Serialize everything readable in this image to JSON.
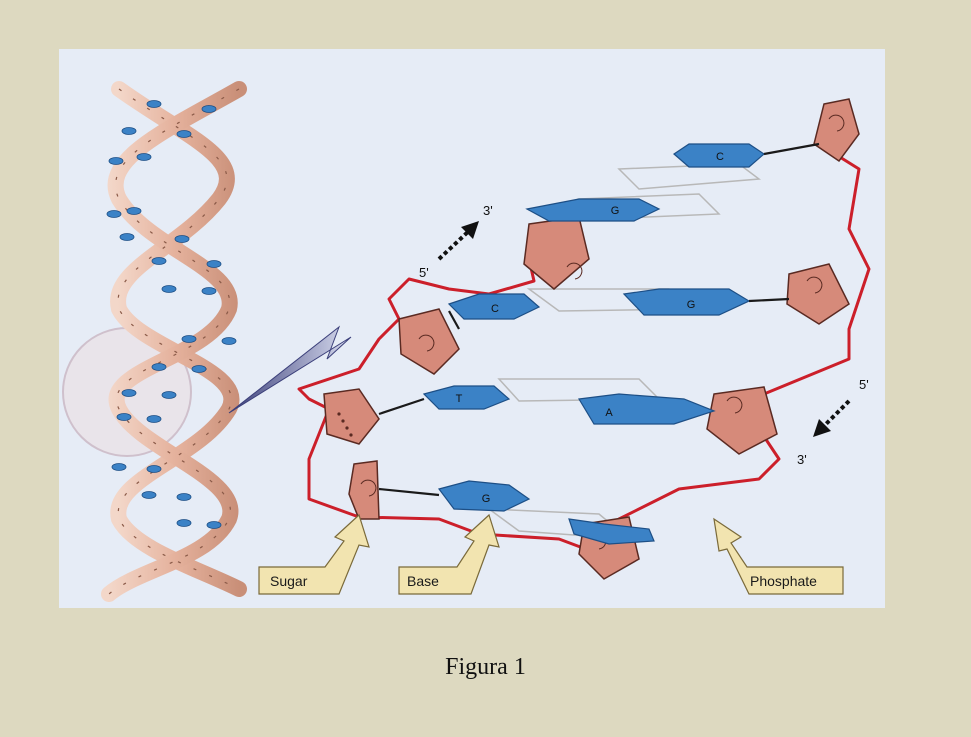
{
  "figure": {
    "labels": {
      "sugar": "Sugar",
      "base": "Base",
      "phosphate": "Phosphate"
    },
    "directions": {
      "top_start": "5'",
      "top_end": "3'",
      "bottom_start": "5'",
      "bottom_end": "3'"
    },
    "bases": {
      "row1_right": "C",
      "row2_left": "G",
      "row3_left": "C",
      "row3_right": "G",
      "row4_left": "T",
      "row4_right": "A",
      "row5_left": "G"
    },
    "colors": {
      "sugar_fill": "#d68a7a",
      "base_fill": "#3b82c6",
      "backbone": "#cc1f2a",
      "helix_ribbon": "#e5b8a5",
      "arrow_fill": "#f2e4b0",
      "background": "#e6ecf6"
    }
  },
  "caption": "Figura 1"
}
